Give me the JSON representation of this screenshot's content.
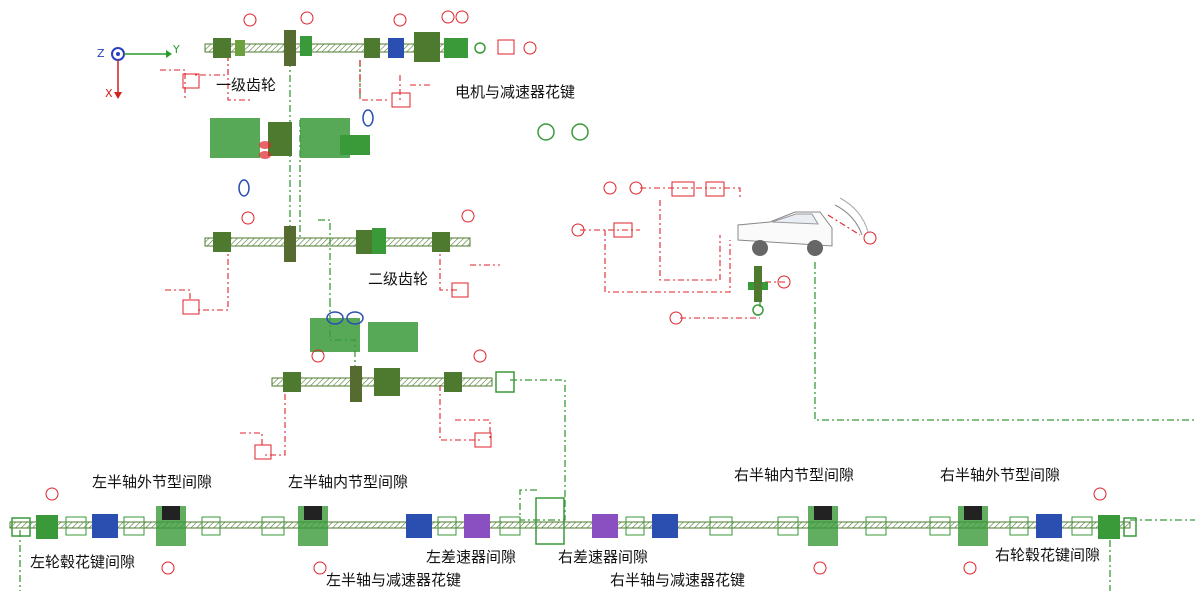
{
  "axes": {
    "z": "Z",
    "y": "Y",
    "x": "X"
  },
  "labels": {
    "first_gear": "一级齿轮",
    "motor_reducer_spline": "电机与减速器花键",
    "second_gear": "二级齿轮",
    "left_outer_cv_gap": "左半轴外节型间隙",
    "left_inner_cv_gap": "左半轴内节型间隙",
    "right_inner_cv_gap": "右半轴内节型间隙",
    "right_outer_cv_gap": "右半轴外节型间隙",
    "left_hub_spline_gap": "左轮毂花键间隙",
    "left_diff_gap": "左差速器间隙",
    "right_diff_gap": "右差速器间隙",
    "left_halfshaft_reducer_spline": "左半轴与减速器花键",
    "right_halfshaft_reducer_spline": "右半轴与减速器花键",
    "right_hub_spline_gap": "右轮毂花键间隙"
  },
  "colors": {
    "mechanical": "#3a9a3a",
    "shaft_dark": "#4d7a2e",
    "signal": "#e0222a",
    "blue_block": "#2a4fb0",
    "purple_block": "#8a4fc0",
    "black_block": "#222222",
    "axis_blue": "#2a3fc0",
    "axis_red": "#d02020",
    "axis_green": "#2a9a2a"
  }
}
